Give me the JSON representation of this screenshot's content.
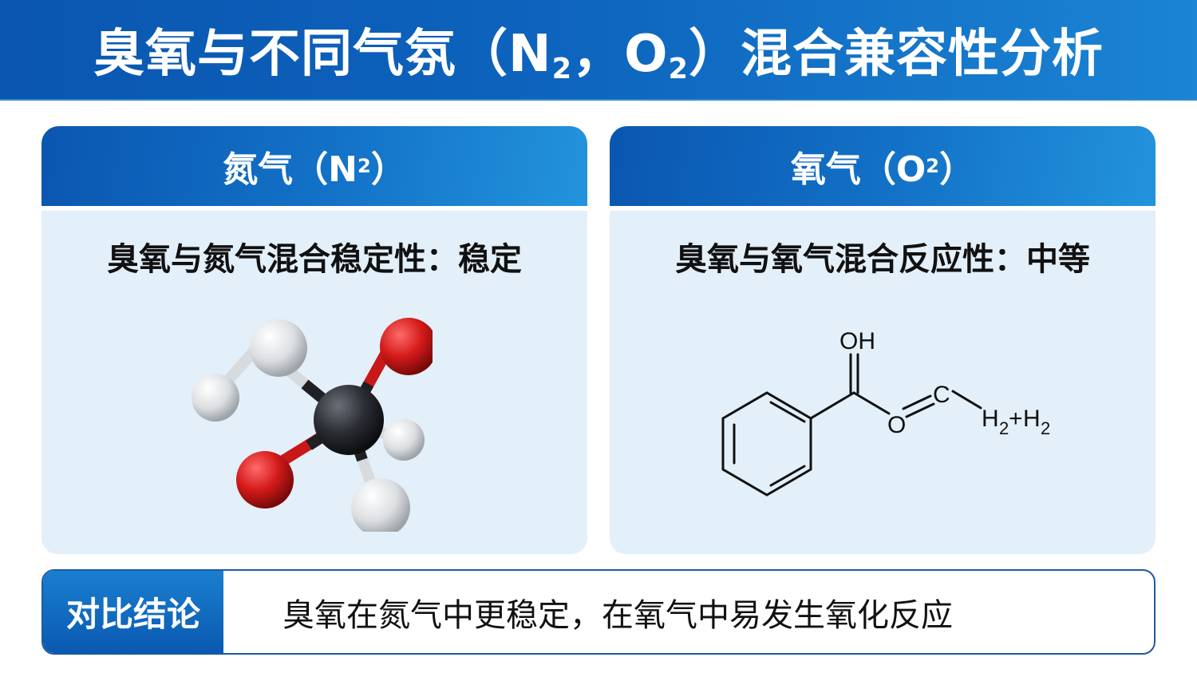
{
  "title": {
    "prefix": "臭氧与不同气氛（N",
    "sub1": "2",
    "middle": "，O",
    "sub2": "2",
    "suffix": "）混合兼容性分析"
  },
  "cards": [
    {
      "header_main": "氮气（N",
      "header_sub": "2",
      "header_close": "）",
      "statement": "臭氧与氮气混合稳定性：稳定",
      "visual": "3d-ball-and-stick-molecule",
      "atom_colors": {
        "carbon": "#2a2d33",
        "oxygen": "#d41a1a",
        "hydrogen": "#e8eaec"
      }
    },
    {
      "header_main": "氧气（O",
      "header_sub": "2",
      "header_close": "）",
      "statement": "臭氧与氧气混合反应性：中等",
      "visual": "2d-structural-formula",
      "formula_labels": {
        "oh": "OH",
        "o": "O",
        "c": "C",
        "h2a": "H",
        "sub_a": "2",
        "plus": "+",
        "h2b": "H",
        "sub_b": "2"
      }
    }
  ],
  "conclusion": {
    "label": "对比结论",
    "text": "臭氧在氮气中更稳定，在氧气中易发生氧化反应"
  },
  "colors": {
    "brand_blue": "#0a56b0",
    "light_blue": "#2393dc",
    "card_body": "#e3eff9",
    "border": "#1b5aa6"
  }
}
